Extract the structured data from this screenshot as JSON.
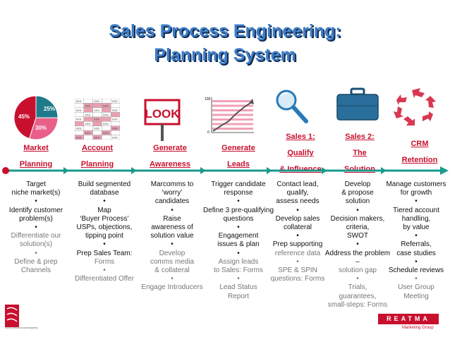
{
  "title": {
    "line1": "Sales Process Engineering:",
    "line2": "Planning System"
  },
  "pie": {
    "slices": [
      {
        "label": "25%",
        "value": 25,
        "color": "#1f7a8c"
      },
      {
        "label": "30%",
        "value": 30,
        "color": "#e8608a"
      },
      {
        "label": "45%",
        "value": 45,
        "color": "#c8102e"
      }
    ]
  },
  "grid_text": "XXX",
  "look_sign": "LOOK",
  "leads_chart": {
    "ymax_label": "100",
    "ymin_label": "0"
  },
  "stages": [
    {
      "line1": "Market",
      "line2": "Planning"
    },
    {
      "line1": "Account",
      "line2": "Planning"
    },
    {
      "line1": "Generate",
      "line2": "Awareness"
    },
    {
      "line1": "Generate",
      "line2": "Leads"
    },
    {
      "line0": "Sales 1:",
      "line1": "Qualify",
      "line2": "& Influence"
    },
    {
      "line0": "Sales 2:",
      "line1": "The",
      "line2": "Solution"
    },
    {
      "line1": "CRM",
      "line2": "Retention"
    }
  ],
  "columns": [
    {
      "lines": [
        {
          "t": "Target",
          "g": false
        },
        {
          "t": "niche market(s)",
          "g": false
        },
        {
          "t": "•",
          "g": false
        },
        {
          "t": "Identify customer",
          "g": false
        },
        {
          "t": "problem(s)",
          "g": false
        },
        {
          "t": "•",
          "g": false
        },
        {
          "t": "Differentiate our",
          "g": true
        },
        {
          "t": "solution(s)",
          "g": true
        },
        {
          "t": "•",
          "g": true
        },
        {
          "t": "Define & prep",
          "g": true
        },
        {
          "t": "Channels",
          "g": true
        }
      ]
    },
    {
      "lines": [
        {
          "t": "Build segmented",
          "g": false
        },
        {
          "t": "database",
          "g": false
        },
        {
          "t": "•",
          "g": false
        },
        {
          "t": "Map",
          "g": false
        },
        {
          "t": "‘Buyer Process’",
          "g": false
        },
        {
          "t": "USPs, objections,",
          "g": false
        },
        {
          "t": "tipping point",
          "g": false
        },
        {
          "t": "•",
          "g": false
        },
        {
          "t": "Prep Sales Team:",
          "g": false
        },
        {
          "t": "Forms",
          "g": true
        },
        {
          "t": "•",
          "g": true
        },
        {
          "t": "Differentiated Offer",
          "g": true
        }
      ]
    },
    {
      "lines": [
        {
          "t": "Marcomms to",
          "g": false
        },
        {
          "t": "‘worry’",
          "g": false
        },
        {
          "t": "candidates",
          "g": false
        },
        {
          "t": "•",
          "g": false
        },
        {
          "t": "Raise",
          "g": false
        },
        {
          "t": "awareness of",
          "g": false
        },
        {
          "t": "solution value",
          "g": false
        },
        {
          "t": "•",
          "g": false
        },
        {
          "t": "Develop",
          "g": true
        },
        {
          "t": "comms media",
          "g": true
        },
        {
          "t": "& collateral",
          "g": true
        },
        {
          "t": "•",
          "g": true
        },
        {
          "t": "Engage Introducers",
          "g": true
        }
      ]
    },
    {
      "lines": [
        {
          "t": "Trigger candidate",
          "g": false
        },
        {
          "t": "response",
          "g": false
        },
        {
          "t": "•",
          "g": false
        },
        {
          "t": "Define 3 pre-qualifying",
          "g": false
        },
        {
          "t": "questions",
          "g": false
        },
        {
          "t": "•",
          "g": false
        },
        {
          "t": "Engagement",
          "g": false
        },
        {
          "t": "issues & plan",
          "g": false
        },
        {
          "t": "•",
          "g": false
        },
        {
          "t": "Assign leads",
          "g": true
        },
        {
          "t": "to Sales: Forms",
          "g": true
        },
        {
          "t": "•",
          "g": true
        },
        {
          "t": "Lead Status",
          "g": true
        },
        {
          "t": "Report",
          "g": true
        }
      ]
    },
    {
      "lines": [
        {
          "t": "Contact lead,",
          "g": false
        },
        {
          "t": "qualify,",
          "g": false
        },
        {
          "t": "assess needs",
          "g": false
        },
        {
          "t": "•",
          "g": false
        },
        {
          "t": "Develop sales",
          "g": false
        },
        {
          "t": "collateral",
          "g": false
        },
        {
          "t": "•",
          "g": false
        },
        {
          "t": "Prep supporting",
          "g": false
        },
        {
          "t": "reference data",
          "g": true
        },
        {
          "t": "•",
          "g": true
        },
        {
          "t": "SPE & SPIN",
          "g": true
        },
        {
          "t": "questions: Forms",
          "g": true
        }
      ]
    },
    {
      "lines": [
        {
          "t": "Develop",
          "g": false
        },
        {
          "t": "& propose",
          "g": false
        },
        {
          "t": "solution",
          "g": false
        },
        {
          "t": "•",
          "g": false
        },
        {
          "t": "Decision makers,",
          "g": false
        },
        {
          "t": "criteria,",
          "g": false
        },
        {
          "t": "SWOT",
          "g": false
        },
        {
          "t": "•",
          "g": false
        },
        {
          "t": "Address the problem –",
          "g": false
        },
        {
          "t": "solution gap",
          "g": true
        },
        {
          "t": "•",
          "g": true
        },
        {
          "t": "Trials,",
          "g": true
        },
        {
          "t": "guarantees,",
          "g": true
        },
        {
          "t": "small-steps: Forms",
          "g": true
        }
      ]
    },
    {
      "lines": [
        {
          "t": "Manage customers",
          "g": false
        },
        {
          "t": "for growth",
          "g": false
        },
        {
          "t": "•",
          "g": false
        },
        {
          "t": "Tiered account",
          "g": false
        },
        {
          "t": "handling,",
          "g": false
        },
        {
          "t": "by value",
          "g": false
        },
        {
          "t": "•",
          "g": false
        },
        {
          "t": "Referrals,",
          "g": false
        },
        {
          "t": "case studies",
          "g": false
        },
        {
          "t": "•",
          "g": false
        },
        {
          "t": "Schedule reviews",
          "g": false
        },
        {
          "t": "•",
          "g": true
        },
        {
          "t": "User Group",
          "g": true
        },
        {
          "t": "Meeting",
          "g": true
        }
      ]
    }
  ],
  "footer": {
    "spe_logo_text": "SPE",
    "spe_sub": "SALES PROCESS ENGINEERING",
    "reatma": "REATMA",
    "reatma_tag": "Marketing Group"
  },
  "colors": {
    "accent_red": "#c8102e",
    "title_blue": "#3d7dc6",
    "timeline_teal": "#1a9a8c",
    "gray_text": "#777777"
  }
}
